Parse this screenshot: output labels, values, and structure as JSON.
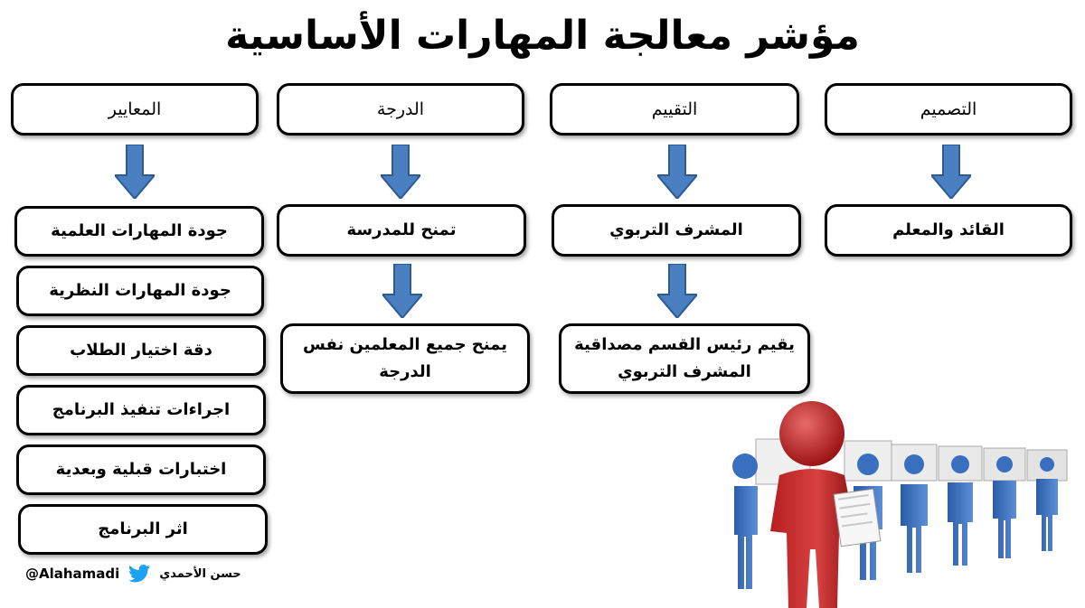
{
  "title": "مؤشر معالجة المهارات الأساسية",
  "columns": [
    {
      "header": "التصميم",
      "level1": "القائد والمعلم"
    },
    {
      "header": "التقييم",
      "level1": "المشرف التربوي",
      "level2": "يقيم رئيس القسم مصداقية المشرف التربوي"
    },
    {
      "header": "الدرجة",
      "level1": "تمنح للمدرسة",
      "level2": "يمنح جميع المعلمين نفس الدرجة"
    },
    {
      "header": "المعايير",
      "items": [
        "جودة المهارات العلمية",
        "جودة المهارات النظرية",
        "دقة اختيار الطلاب",
        "اجراءات تنفيذ البرنامج",
        "اختبارات قبلية وبعدية",
        "اثر البرنامج"
      ]
    }
  ],
  "credit": {
    "handle": "@Alahamadi",
    "author": "حسن الأحمدي",
    "icon": "twitter-bird-icon"
  },
  "colors": {
    "arrow_fill": "#4a7fc1",
    "arrow_stroke": "#2c5a94",
    "border": "#000000"
  }
}
